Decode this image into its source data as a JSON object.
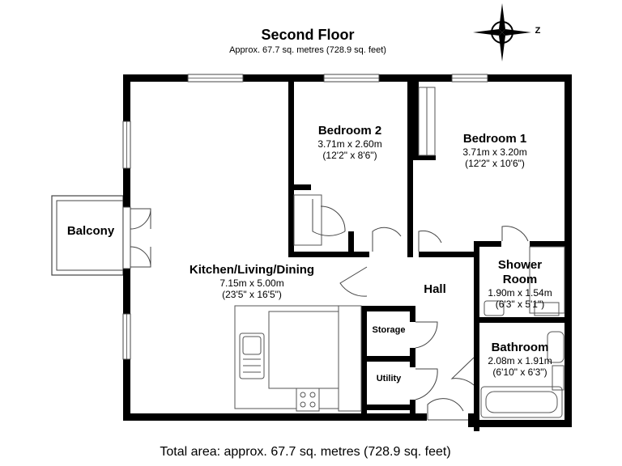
{
  "header": {
    "title": "Second Floor",
    "subtitle": "Approx. 67.7 sq. metres (728.9 sq. feet)"
  },
  "compass": {
    "label": "Z"
  },
  "rooms": {
    "balcony": {
      "name": "Balcony"
    },
    "kitchen": {
      "name": "Kitchen/Living/Dining",
      "metric": "7.15m x 5.00m",
      "imperial": "(23'5\" x 16'5\")"
    },
    "bedroom2": {
      "name": "Bedroom 2",
      "metric": "3.71m x 2.60m",
      "imperial": "(12'2\" x 8'6\")"
    },
    "bedroom1": {
      "name": "Bedroom 1",
      "metric": "3.71m x 3.20m",
      "imperial": "(12'2\" x 10'6\")"
    },
    "shower": {
      "name_line1": "Shower",
      "name_line2": "Room",
      "metric": "1.90m x 1.54m",
      "imperial": "(6'3\" x 5'1\")"
    },
    "hall": {
      "name": "Hall"
    },
    "storage": {
      "name": "Storage"
    },
    "utility": {
      "name": "Utility"
    },
    "bathroom": {
      "name": "Bathroom",
      "metric": "2.08m x 1.91m",
      "imperial": "(6'10\" x 6'3\")"
    }
  },
  "footer": {
    "total": "Total area: approx. 67.7 sq. metres (728.9 sq. feet)"
  },
  "colors": {
    "wall": "#000000",
    "fixture": "#555555",
    "background": "#ffffff"
  }
}
